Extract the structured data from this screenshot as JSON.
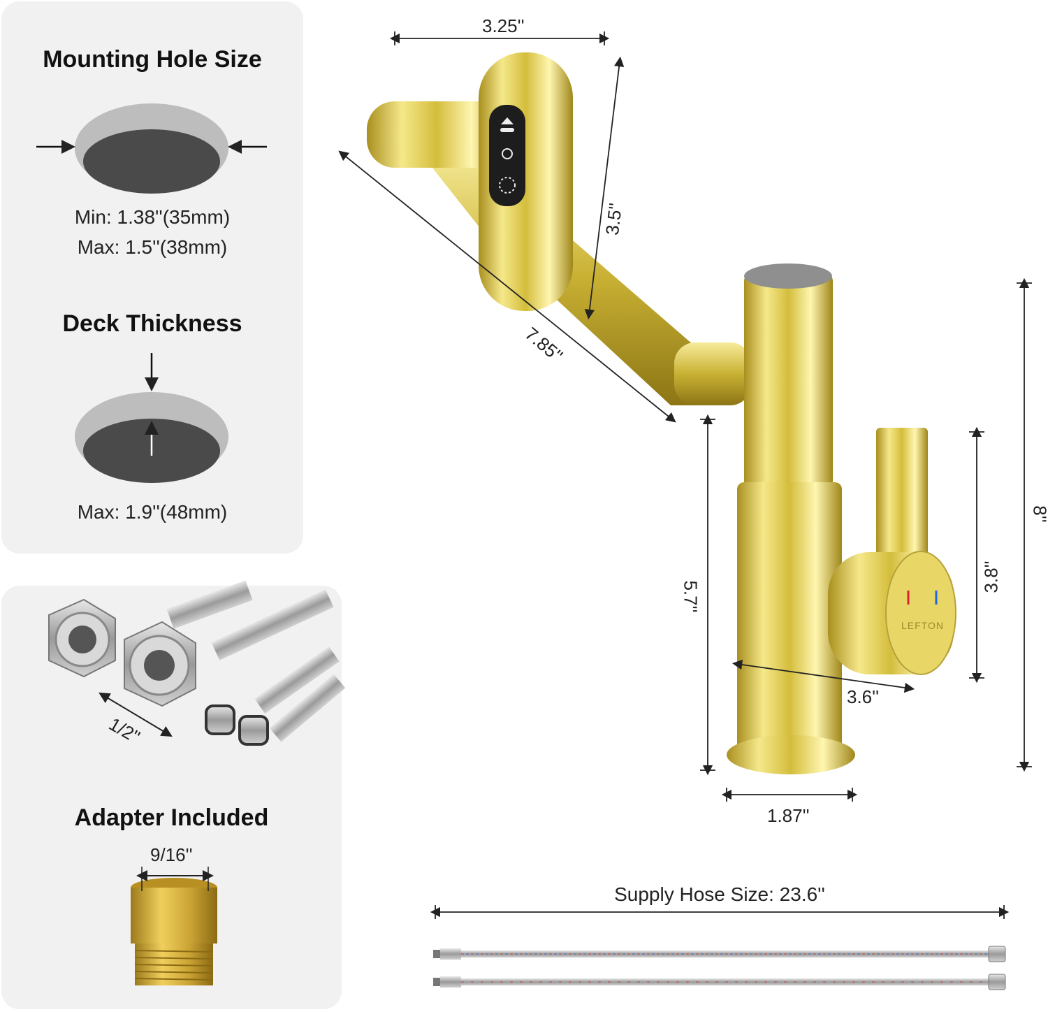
{
  "mounting": {
    "title": "Mounting Hole Size",
    "min": "Min: 1.38''(35mm)",
    "max": "Max: 1.5''(38mm)"
  },
  "deck": {
    "title": "Deck Thickness",
    "max": "Max: 1.9''(48mm)"
  },
  "adapter": {
    "title": "Adapter Included",
    "hose_thread": "1/2''",
    "adapter_size": "9/16''"
  },
  "faucet": {
    "brand": "LEFTON",
    "dims": {
      "spout_width": "3.25''",
      "head_height": "3.5''",
      "arm_length": "7.85''",
      "total_height": "8''",
      "body_height": "5.7''",
      "handle_height": "3.8''",
      "handle_reach": "3.6''",
      "base_width": "1.87''"
    }
  },
  "hose": {
    "label": "Supply Hose Size: 23.6''"
  },
  "colors": {
    "gold": "#d9c34a",
    "panel": "#f1f1f1",
    "hole_dark": "#4a4a4a",
    "hole_ring": "#bdbdbd",
    "brass": "#c9a233"
  }
}
